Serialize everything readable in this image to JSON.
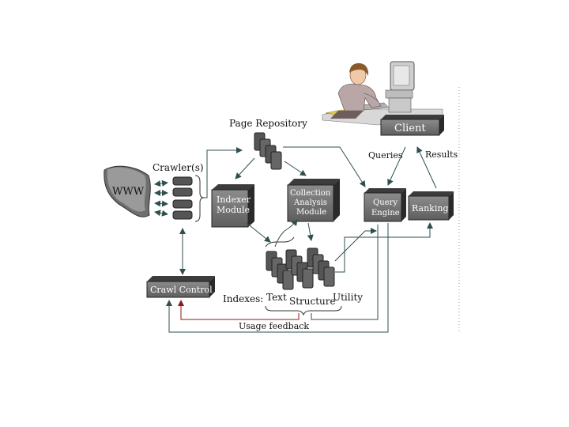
{
  "labels": {
    "page_repository": "Page  Repository",
    "crawlers": "Crawler(s)",
    "www": "WWW",
    "indexer_line1": "Indexer",
    "indexer_line2": "Module",
    "collection_line1": "Collection",
    "collection_line2": "Analysis",
    "collection_line3": "Module",
    "query_line1": "Query",
    "query_line2": "Engine",
    "ranking": "Ranking",
    "client": "Client",
    "queries": "Queries",
    "results": "Results",
    "crawl_control": "Crawl Control",
    "indexes": "Indexes:",
    "text": "Text",
    "structure": "Structure",
    "utility": "Utility",
    "usage_feedback": "Usage feedback"
  },
  "colors": {
    "box_face": "#7a7a7a",
    "box_dark": "#2a2a2a",
    "box_side": "#4a4a4a",
    "line": "#2f4f4f",
    "red_line": "#8b1a1a"
  },
  "icons": {
    "client_figure": "person-at-computer-illustration"
  }
}
